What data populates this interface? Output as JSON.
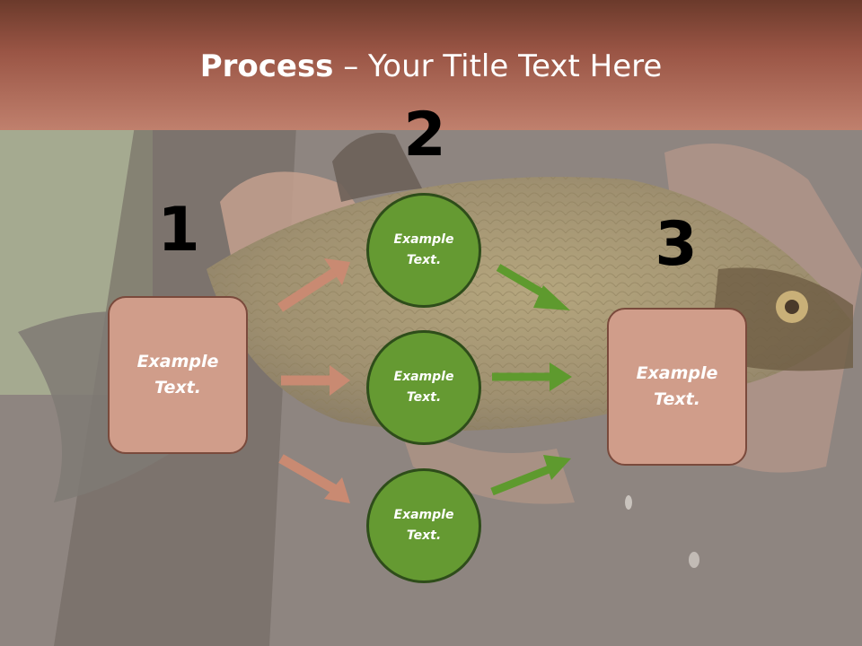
{
  "title": {
    "bold": "Process",
    "rest": " – Your Title Text Here"
  },
  "steps": {
    "one": "1",
    "two": "2",
    "three": "3"
  },
  "left_box": {
    "line1": "Example",
    "line2": "Text."
  },
  "right_box": {
    "line1": "Example",
    "line2": "Text."
  },
  "circles": [
    {
      "line1": "Example",
      "line2": "Text."
    },
    {
      "line1": "Example",
      "line2": "Text."
    },
    {
      "line1": "Example",
      "line2": "Text."
    }
  ],
  "colors": {
    "header": "#9a5545",
    "box_fill": "#d09d8a",
    "circle_fill": "#659a32",
    "arrow_pink": "#c98a72",
    "arrow_green": "#5e9a2e"
  }
}
